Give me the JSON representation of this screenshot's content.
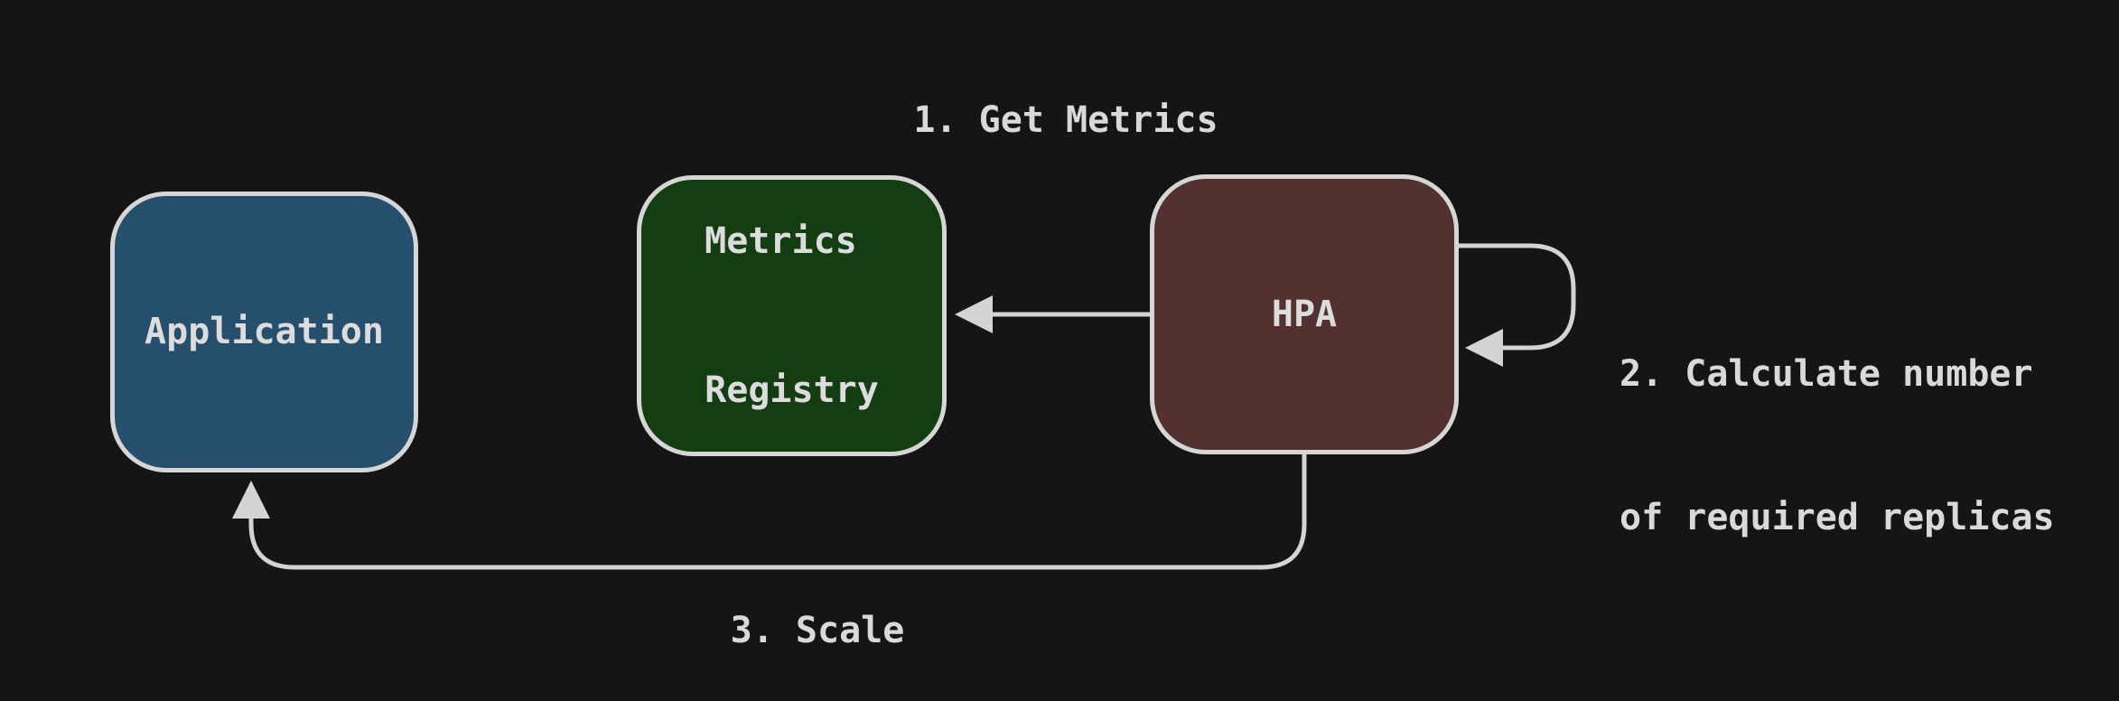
{
  "diagram": {
    "type": "flow-diagram",
    "background_color": "#151515",
    "line_color": "#d4d4d4",
    "text_color": "#dcdcdc",
    "border_color": "#d6d6d6",
    "nodes": [
      {
        "id": "application",
        "label": "Application",
        "fill": "#254f6d"
      },
      {
        "id": "metrics-registry",
        "label_line1": "Metrics",
        "label_line2": "Registry",
        "fill": "#143d11"
      },
      {
        "id": "hpa",
        "label": "HPA",
        "fill": "#523130"
      }
    ],
    "edges": [
      {
        "id": "get-metrics",
        "label": "1. Get Metrics",
        "from": "HPA",
        "to": "Metrics Registry"
      },
      {
        "id": "calculate-replicas",
        "label_line1": "2. Calculate number",
        "label_line2": "of required replicas",
        "from": "HPA",
        "to": "HPA"
      },
      {
        "id": "scale",
        "label": "3. Scale",
        "from": "HPA",
        "to": "Application"
      }
    ]
  }
}
